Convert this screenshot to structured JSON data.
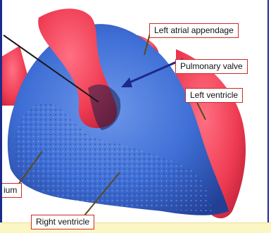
{
  "labels": {
    "left_atrial_appendage": "Left atrial appendage",
    "pulmonary_valve": "Pulmonary valve",
    "left_ventricle": "Left ventricle",
    "atrium_partial": "ium",
    "right_ventricle": "Right ventricle"
  },
  "colors": {
    "blue_tissue": "#3f6fd6",
    "red_tissue": "#ef3b52",
    "label_border": "#cf2a2a",
    "leader_line": "#5b4a1e",
    "arrow": "#1c2a8c",
    "caption_strip": "#fbf6c4"
  }
}
